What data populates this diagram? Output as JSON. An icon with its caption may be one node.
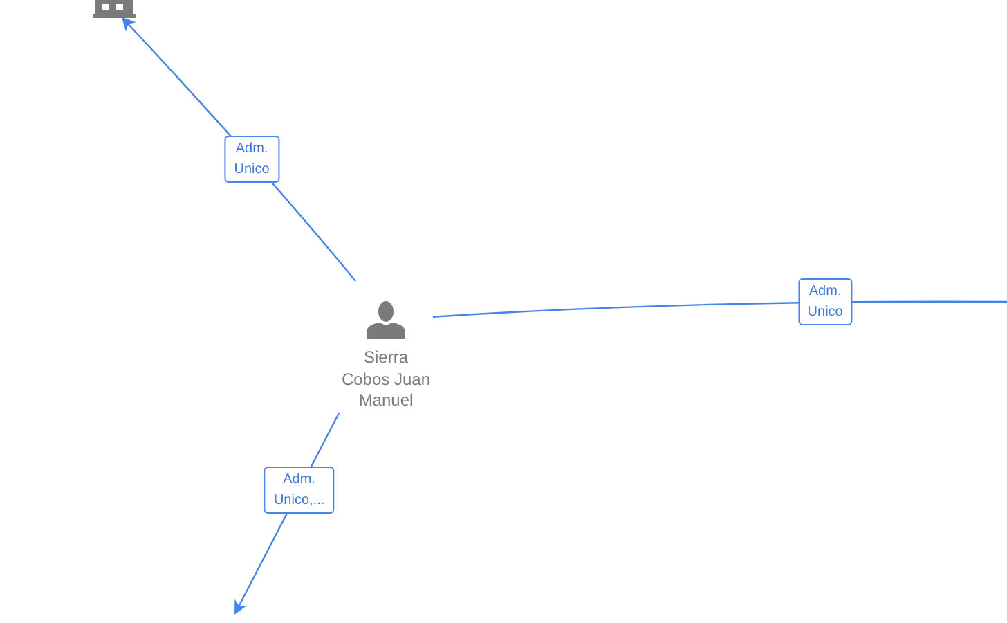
{
  "diagram": {
    "nodes": [
      {
        "text": [],
        "shape": "building"
      },
      {
        "text": [
          "Sierra Cobos Juan Manuel"
        ]
      }
    ],
    "edges": [
      {
        "from": 1,
        "to": 0,
        "arrow": "to",
        "label": "Adm. Unico"
      },
      {
        "from": 1,
        "to": null,
        "arrow": "none",
        "label": "Adm. Unico"
      },
      {
        "from": 1,
        "to": null,
        "arrow": "to",
        "label": "Adm. Unico,..."
      }
    ]
  }
}
